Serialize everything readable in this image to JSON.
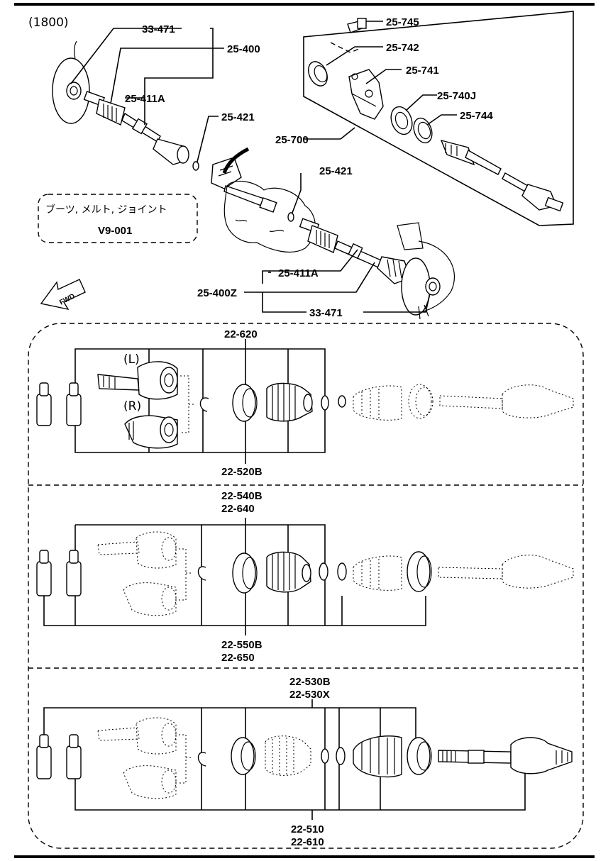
{
  "header": {
    "model_code": "(1800)"
  },
  "top_labels": {
    "l_33_471_a": "33-471",
    "l_25_400": "25-400",
    "l_25_411A_a": "25-411A",
    "l_25_421_a": "25-421",
    "l_25_700": "25-700",
    "l_25_421_b": "25-421",
    "l_25_411A_b": "25-411A",
    "l_25_400Z": "25-400Z",
    "l_33_471_b": "33-471",
    "l_25_745": "25-745",
    "l_25_742": "25-742",
    "l_25_741": "25-741",
    "l_25_740J": "25-740J",
    "l_25_744": "25-744"
  },
  "note_box": {
    "title": "ブーツ, メルト, ジョイント",
    "ref": "V9-001"
  },
  "fwd_arrow": {
    "text": "FWD"
  },
  "panel1": {
    "top_label": "22-620",
    "bottom_label": "22-520B",
    "tag_left": "(L)",
    "tag_right": "(R)"
  },
  "panel2": {
    "top_label_1": "22-540B",
    "top_label_2": "22-640",
    "bottom_label_1": "22-550B",
    "bottom_label_2": "22-650"
  },
  "panel3": {
    "top_label_1": "22-530B",
    "top_label_2": "22-530X",
    "bottom_label_1": "22-510",
    "bottom_label_2": "22-610"
  }
}
